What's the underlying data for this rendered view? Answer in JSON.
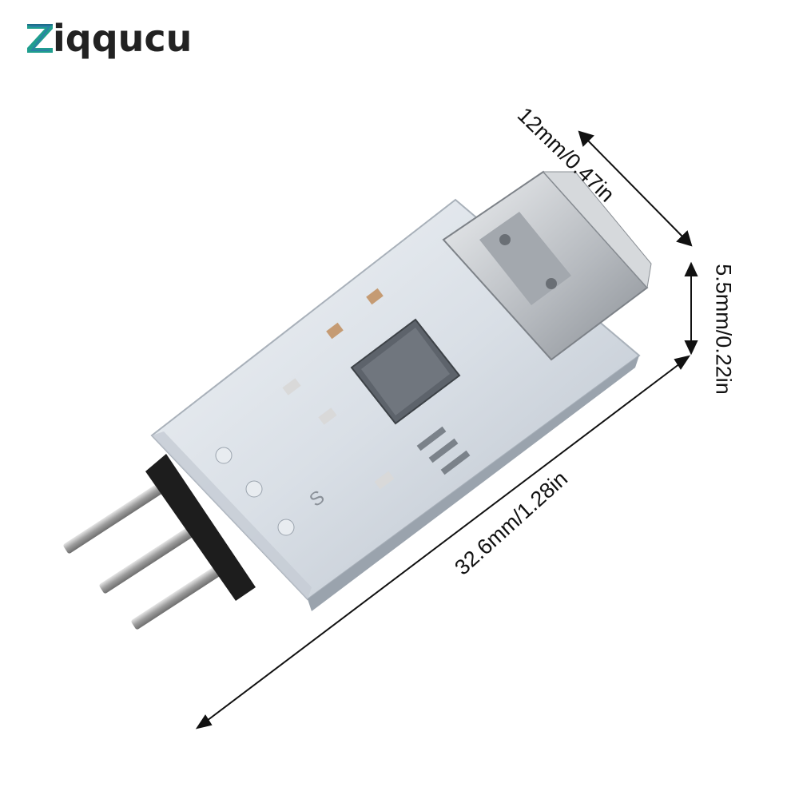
{
  "brand": {
    "name": "Ziqqucu",
    "rest_text": "iqqucu",
    "accent_color": "#1f9e8e",
    "accent_color_dark": "#1c6d8a"
  },
  "dimensions": {
    "width_label": "12mm/0.47in",
    "height_label": "5.5mm/0.22in",
    "length_label": "32.6mm/1.28in"
  },
  "product": {
    "silkscreen_mark": "S",
    "pcb_color": "#f4f6f8",
    "usb_port_color": "#c9ccd0"
  }
}
